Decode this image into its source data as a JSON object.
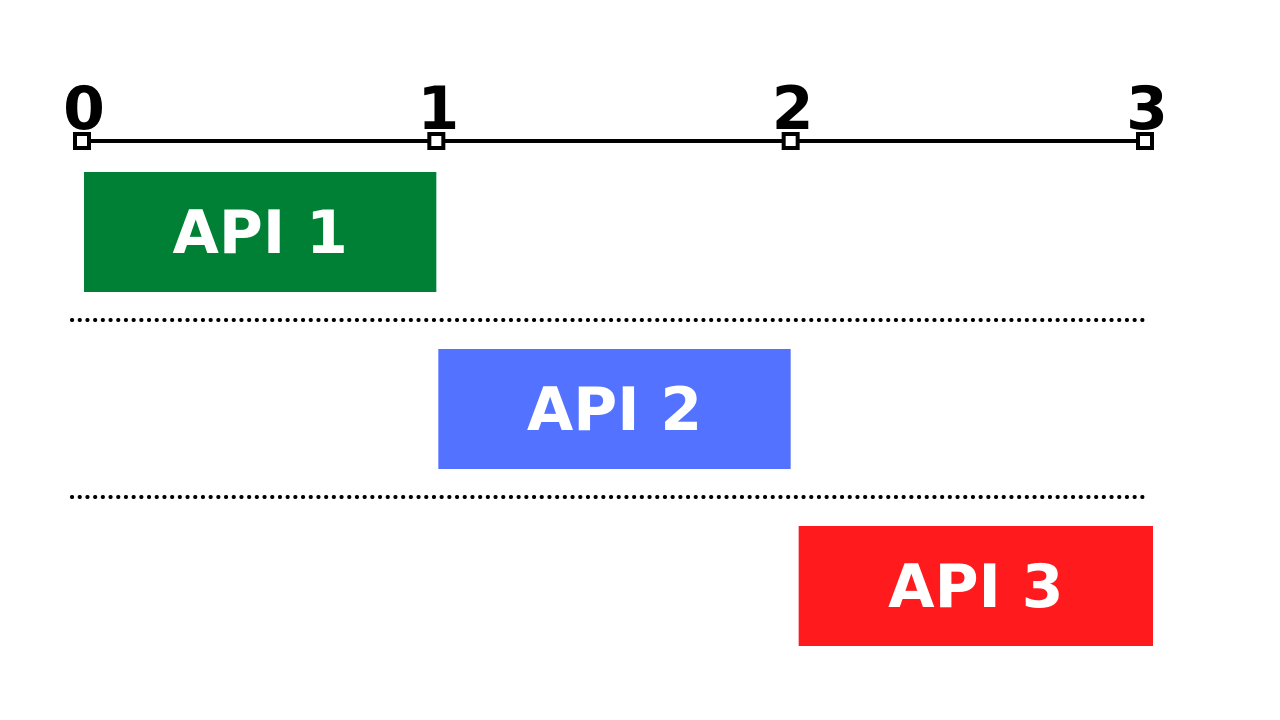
{
  "chart_data": {
    "type": "timeline",
    "axis": {
      "ticks": [
        0,
        1,
        2,
        3
      ],
      "tick_labels": [
        "0",
        "1",
        "2",
        "3"
      ],
      "range": [
        0,
        3
      ]
    },
    "tasks": [
      {
        "label": "API 1",
        "start": 0,
        "end": 1,
        "color": "#008035"
      },
      {
        "label": "API 2",
        "start": 1,
        "end": 2,
        "color": "#5372FF"
      },
      {
        "label": "API 3",
        "start": 2,
        "end": 3,
        "color": "#FF1A1D"
      }
    ],
    "row_separators": "dotted"
  }
}
